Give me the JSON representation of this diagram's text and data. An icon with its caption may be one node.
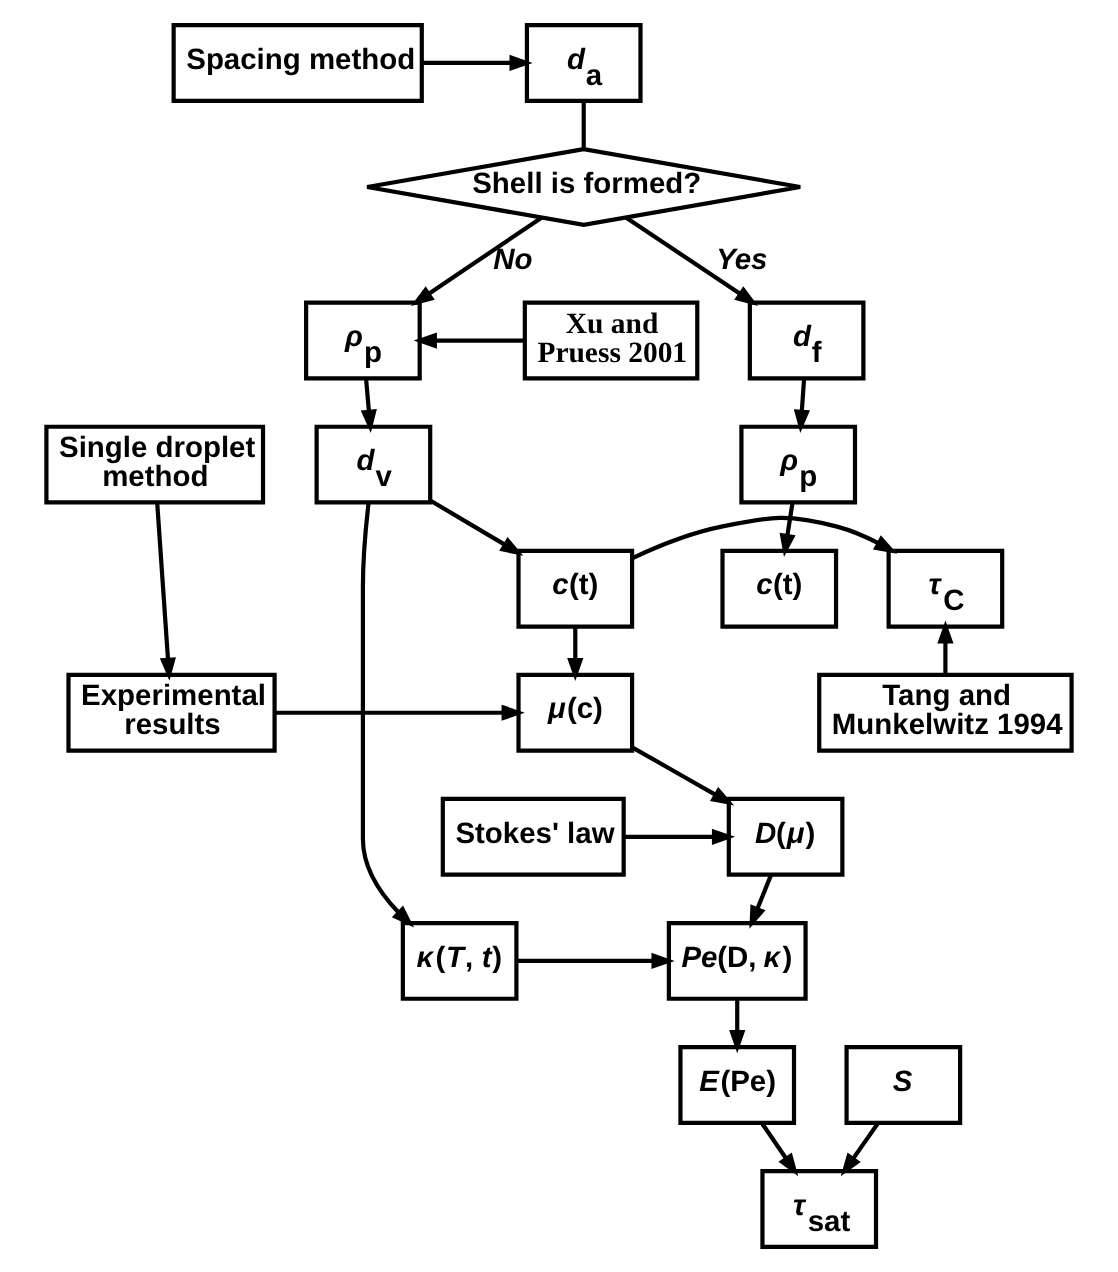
{
  "diagram": {
    "nodes": [
      {
        "text": [
          "Spacing method"
        ]
      },
      {
        "text": [
          "*d*$_{a}$"
        ]
      },
      {
        "text": [
          "Shell is formed?"
        ]
      },
      {
        "text": [
          "Xu and Pruess 2001"
        ]
      },
      {
        "text": [
          "*ρ*$_{p}$"
        ]
      },
      {
        "text": [
          "*d*$_{f}$"
        ]
      },
      {
        "text": [
          "*d*$_{v}$"
        ]
      },
      {
        "text": [
          "Single droplet method"
        ]
      },
      {
        "text": [
          "*ρ*$_{p}$"
        ]
      },
      {
        "text": [
          "*τ*$_{C}$"
        ]
      },
      {
        "text": [
          "*c*(t)"
        ]
      },
      {
        "text": [
          "*c*(t)"
        ]
      },
      {
        "text": [
          "Experimental results"
        ]
      },
      {
        "text": [
          "Tang and Munkelwitz 1994"
        ]
      },
      {
        "text": [
          "*μ*(c)"
        ]
      },
      {
        "text": [
          "*D*(*μ*)"
        ]
      },
      {
        "text": [
          "Stokes' law"
        ]
      },
      {
        "text": [
          "*κ*(*T*, *t*)"
        ]
      },
      {
        "text": [
          "*Pe*(D, *κ*)"
        ]
      },
      {
        "text": [
          "*E*(Pe)"
        ]
      },
      {
        "text": [
          "*τ*$_{sat}$"
        ]
      },
      {
        "text": [
          "*S*"
        ]
      }
    ],
    "edges": [
      {
        "from": 0,
        "to": 1,
        "arrow": "to"
      },
      {
        "from": 1,
        "to": 2,
        "arrow": "none"
      },
      {
        "from": 2,
        "to": 4,
        "arrow": "to",
        "label": "No"
      },
      {
        "from": 2,
        "to": 5,
        "arrow": "to",
        "label": "Yes"
      },
      {
        "from": 3,
        "to": 4,
        "arrow": "to"
      },
      {
        "from": 4,
        "to": 6,
        "arrow": "to"
      },
      {
        "from": 5,
        "to": 8,
        "arrow": "to"
      },
      {
        "from": 8,
        "to": 11,
        "arrow": "to"
      },
      {
        "from": 6,
        "to": 10,
        "arrow": "to"
      },
      {
        "from": 6,
        "to": 17,
        "arrow": "to"
      },
      {
        "from": 10,
        "to": 9,
        "arrow": "to"
      },
      {
        "from": 13,
        "to": 9,
        "arrow": "to"
      },
      {
        "from": 10,
        "to": 14,
        "arrow": "to"
      },
      {
        "from": 7,
        "to": 12,
        "arrow": "to"
      },
      {
        "from": 12,
        "to": 14,
        "arrow": "to"
      },
      {
        "from": 14,
        "to": 15,
        "arrow": "to"
      },
      {
        "from": 16,
        "to": 15,
        "arrow": "to"
      },
      {
        "from": 15,
        "to": 18,
        "arrow": "to"
      },
      {
        "from": 17,
        "to": 18,
        "arrow": "to"
      },
      {
        "from": 18,
        "to": 19,
        "arrow": "to"
      },
      {
        "from": 19,
        "to": 20,
        "arrow": "to"
      },
      {
        "from": 21,
        "to": 20,
        "arrow": "to"
      }
    ]
  }
}
